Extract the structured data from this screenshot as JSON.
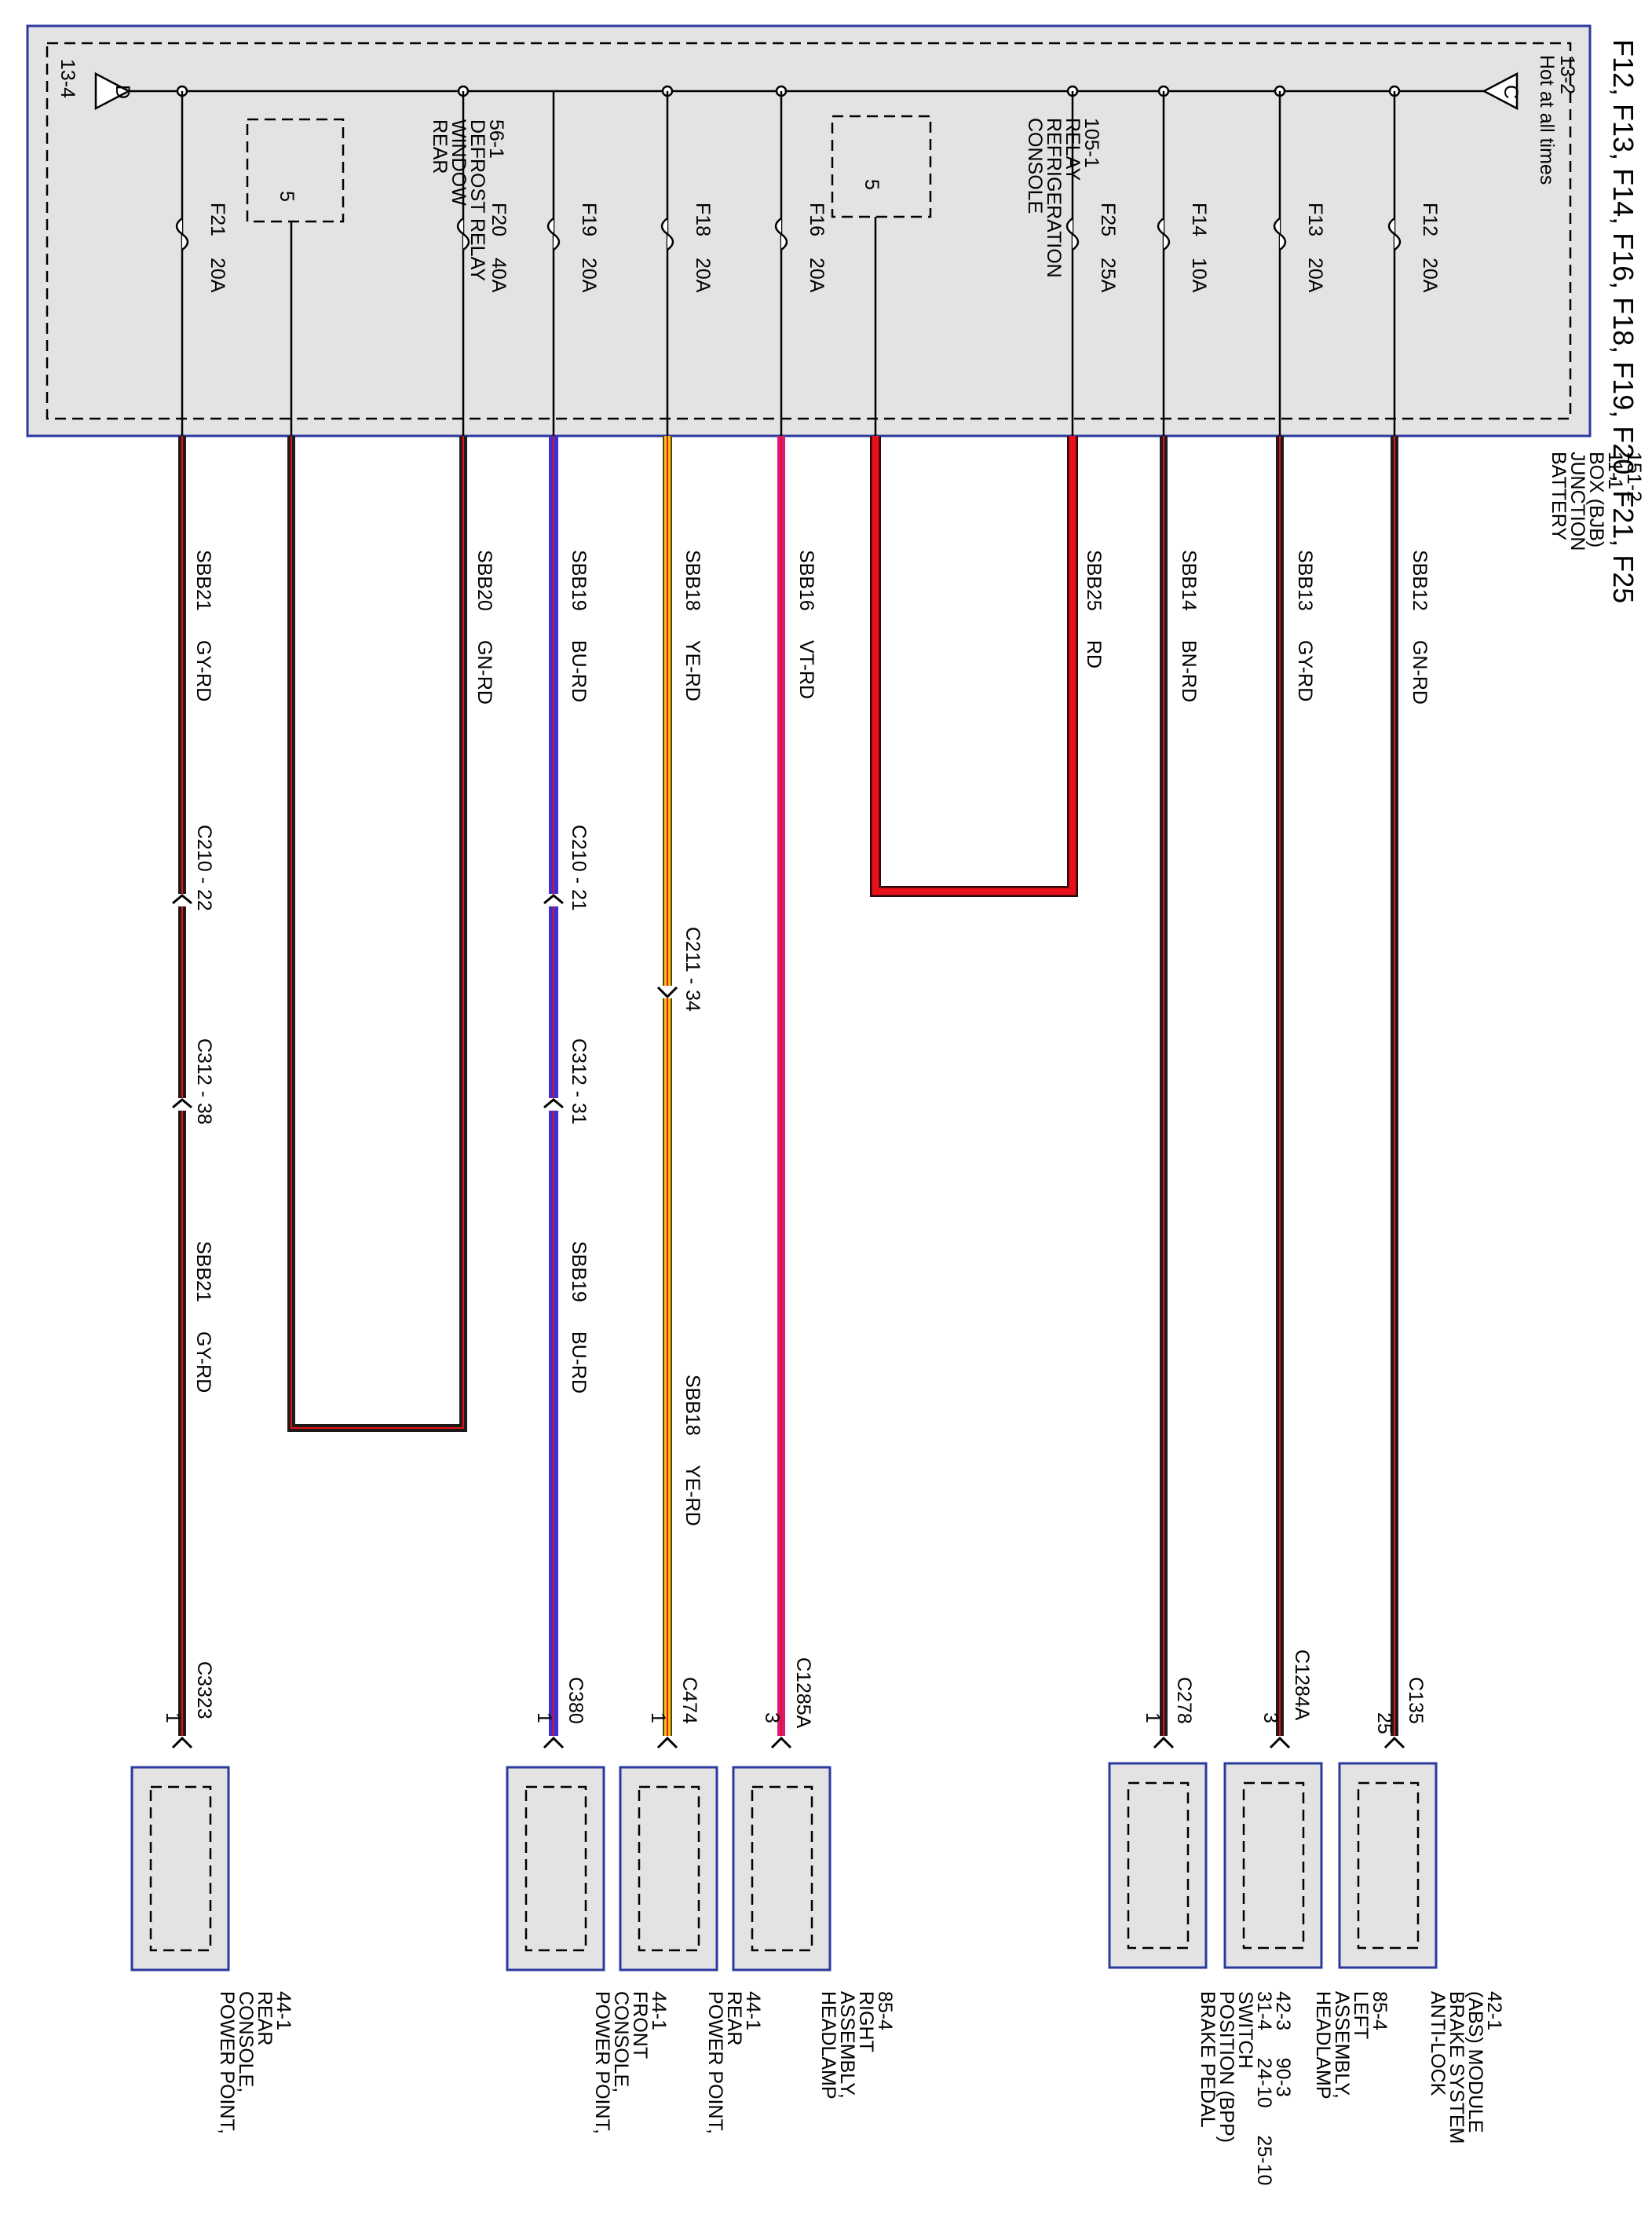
{
  "page_title": "F12, F13, F14, F16, F18, F19, F20, F21, F25",
  "bjb": {
    "label_lines": [
      "BATTERY",
      "JUNCTION",
      "BOX (BJB)",
      "11-1",
      "151-2"
    ],
    "hot_label": "Hot at all times",
    "bus_right_ref": "13-2",
    "bus_right_letter": "C",
    "bus_left_ref": "13-4",
    "bus_left_letter": "D"
  },
  "relays": [
    {
      "id": "console",
      "label_lines": [
        "CONSOLE",
        "REFRIGERATION",
        "RELAY",
        "105-1"
      ],
      "pin": "5"
    },
    {
      "id": "defrost",
      "label_lines": [
        "REAR",
        "WINDOW",
        "DEFROST RELAY",
        "56-1"
      ],
      "pin": "5"
    }
  ],
  "fuses": [
    {
      "id": "F12",
      "label": "F12",
      "rating": "20A"
    },
    {
      "id": "F13",
      "label": "F13",
      "rating": "20A"
    },
    {
      "id": "F14",
      "label": "F14",
      "rating": "10A"
    },
    {
      "id": "F25",
      "label": "F25",
      "rating": "25A"
    },
    {
      "id": "F16",
      "label": "F16",
      "rating": "20A"
    },
    {
      "id": "F18",
      "label": "F18",
      "rating": "20A"
    },
    {
      "id": "F19",
      "label": "F19",
      "rating": "20A"
    },
    {
      "id": "F20",
      "label": "F20",
      "rating": "40A"
    },
    {
      "id": "F21",
      "label": "F21",
      "rating": "20A"
    }
  ],
  "wires": [
    {
      "id": "w12",
      "circuit": "SBB12",
      "color": "GN-RD"
    },
    {
      "id": "w13",
      "circuit": "SBB13",
      "color": "GY-RD"
    },
    {
      "id": "w14",
      "circuit": "SBB14",
      "color": "BN-RD"
    },
    {
      "id": "w25",
      "circuit": "SBB25",
      "color": "RD"
    },
    {
      "id": "w16",
      "circuit": "SBB16",
      "color": "VT-RD"
    },
    {
      "id": "w18",
      "circuit": "SBB18",
      "color": "YE-RD"
    },
    {
      "id": "w19",
      "circuit": "SBB19",
      "color": "BU-RD"
    },
    {
      "id": "w20",
      "circuit": "SBB20",
      "color": "GN-RD"
    },
    {
      "id": "w21",
      "circuit": "SBB21",
      "color": "GY-RD"
    }
  ],
  "inline_connectors": [
    {
      "id": "c210_22",
      "label": "C210 - 22"
    },
    {
      "id": "c312_38",
      "label": "C312 - 38"
    },
    {
      "id": "c210_21",
      "label": "C210 - 21"
    },
    {
      "id": "c312_31",
      "label": "C312 - 31"
    },
    {
      "id": "c211_34",
      "label": "C211 - 34"
    }
  ],
  "wire_colors": {
    "red": "#e8101a",
    "yellow": "#f5c518",
    "blue": "#3b2fd1",
    "violet": "#d81b78",
    "dark": "#1e1a1a",
    "box_blue": "#2b3a9e",
    "box_fill": "#e3e3e3"
  },
  "components": [
    {
      "id": "abs",
      "connector": "C135",
      "pin": "25",
      "label_lines": [
        "ANTI-LOCK",
        "BRAKE SYSTEM",
        "(ABS) MODULE",
        "42-1"
      ]
    },
    {
      "id": "hl_left",
      "connector": "C1284A",
      "pin": "3",
      "label_lines": [
        "HEADLAMP",
        "ASSEMBLY,",
        "LEFT",
        "85-4"
      ]
    },
    {
      "id": "bpp",
      "connector": "C278",
      "pin": "1",
      "label_lines": [
        "BRAKE PEDAL",
        "POSITION (BPP)",
        "SWITCH",
        "31-4     24-10     25-10",
        "42-3     90-3"
      ]
    },
    {
      "id": "hl_right",
      "connector": "C1285A",
      "pin": "3",
      "label_lines": [
        "HEADLAMP",
        "ASSEMBLY,",
        "RIGHT",
        "85-4"
      ]
    },
    {
      "id": "pp_rear",
      "connector": "C474",
      "pin": "1",
      "label_lines": [
        "POWER POINT,",
        "REAR",
        "44-1"
      ]
    },
    {
      "id": "pp_front",
      "connector": "C380",
      "pin": "1",
      "label_lines": [
        "POWER POINT,",
        "CONSOLE,",
        "FRONT",
        "44-1"
      ]
    },
    {
      "id": "pp_console_rear",
      "connector": "C3323",
      "pin": "1",
      "label_lines": [
        "POWER POINT,",
        "CONSOLE,",
        "REAR",
        "44-1"
      ]
    }
  ]
}
